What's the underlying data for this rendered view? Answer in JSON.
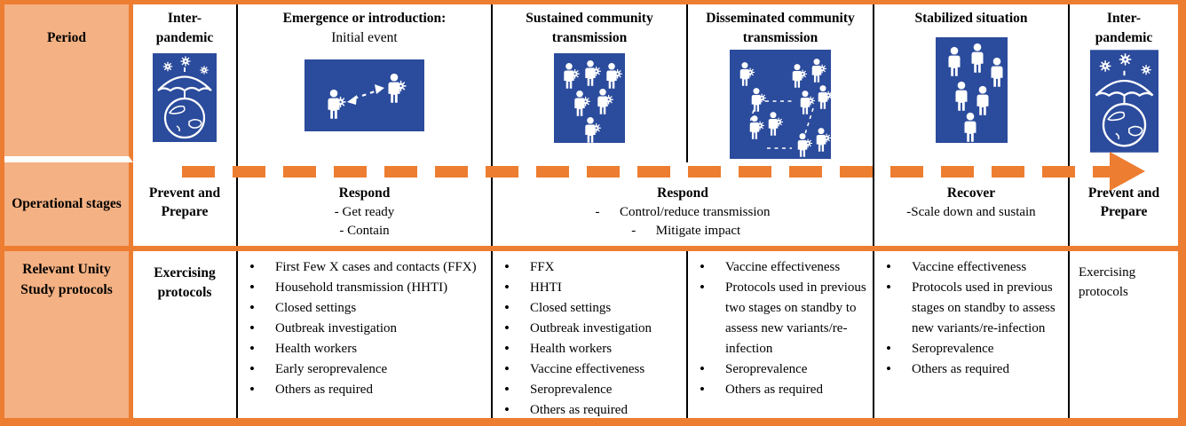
{
  "colors": {
    "accent_orange": "#ED7D31",
    "light_orange_fill": "#F4B183",
    "icon_blue": "#2B4B9C",
    "text": "#000000"
  },
  "row_labels": {
    "period": "Period",
    "operational_stages": "Operational stages",
    "protocols": "Relevant Unity Study protocols"
  },
  "periods": [
    {
      "title": "Inter-pandemic",
      "icon": "umbrella-globe-virus-icon"
    },
    {
      "title": "Emergence or introduction:",
      "subtitle": "Initial event",
      "icon": "person-to-person-transmission-icon"
    },
    {
      "title": "Sustained community transmission",
      "icon": "infected-people-group-icon"
    },
    {
      "title": "Disseminated community transmission",
      "icon": "infected-clusters-network-icon"
    },
    {
      "title": "Stabilized situation",
      "icon": "people-group-icon"
    },
    {
      "title": "Inter-pandemic",
      "icon": "umbrella-globe-virus-icon"
    }
  ],
  "stages": [
    {
      "title": "Prevent and Prepare",
      "lines": []
    },
    {
      "title": "Respond",
      "lines": [
        "- Get ready",
        "- Contain"
      ]
    },
    {
      "title": "Respond",
      "lines": [
        "-      Control/reduce transmission",
        "  -      Mitigate impact"
      ]
    },
    {
      "title": "Recover",
      "lines": [
        "-Scale down and sustain"
      ]
    },
    {
      "title": "Prevent and Prepare",
      "lines": []
    }
  ],
  "protocols": {
    "interpandemic_start": "Exercising protocols",
    "emergence": [
      "First Few X cases and contacts (FFX)",
      "Household transmission (HHTI)",
      "Closed settings",
      "Outbreak investigation",
      "Health workers",
      "Early seroprevalence",
      "Others as required"
    ],
    "sustained": [
      "FFX",
      "HHTI",
      "Closed settings",
      "Outbreak investigation",
      "Health workers",
      "Vaccine effectiveness",
      "Seroprevalence",
      "Others as required"
    ],
    "disseminated": [
      "Vaccine effectiveness",
      "Protocols used in previous two stages on standby to assess new variants/re-infection",
      "Seroprevalence",
      "Others as required"
    ],
    "stabilized": [
      "Vaccine effectiveness",
      "Protocols used in previous stages on standby to assess new variants/re-infection",
      "Seroprevalence",
      "Others as required"
    ],
    "interpandemic_end": "Exercising protocols"
  }
}
